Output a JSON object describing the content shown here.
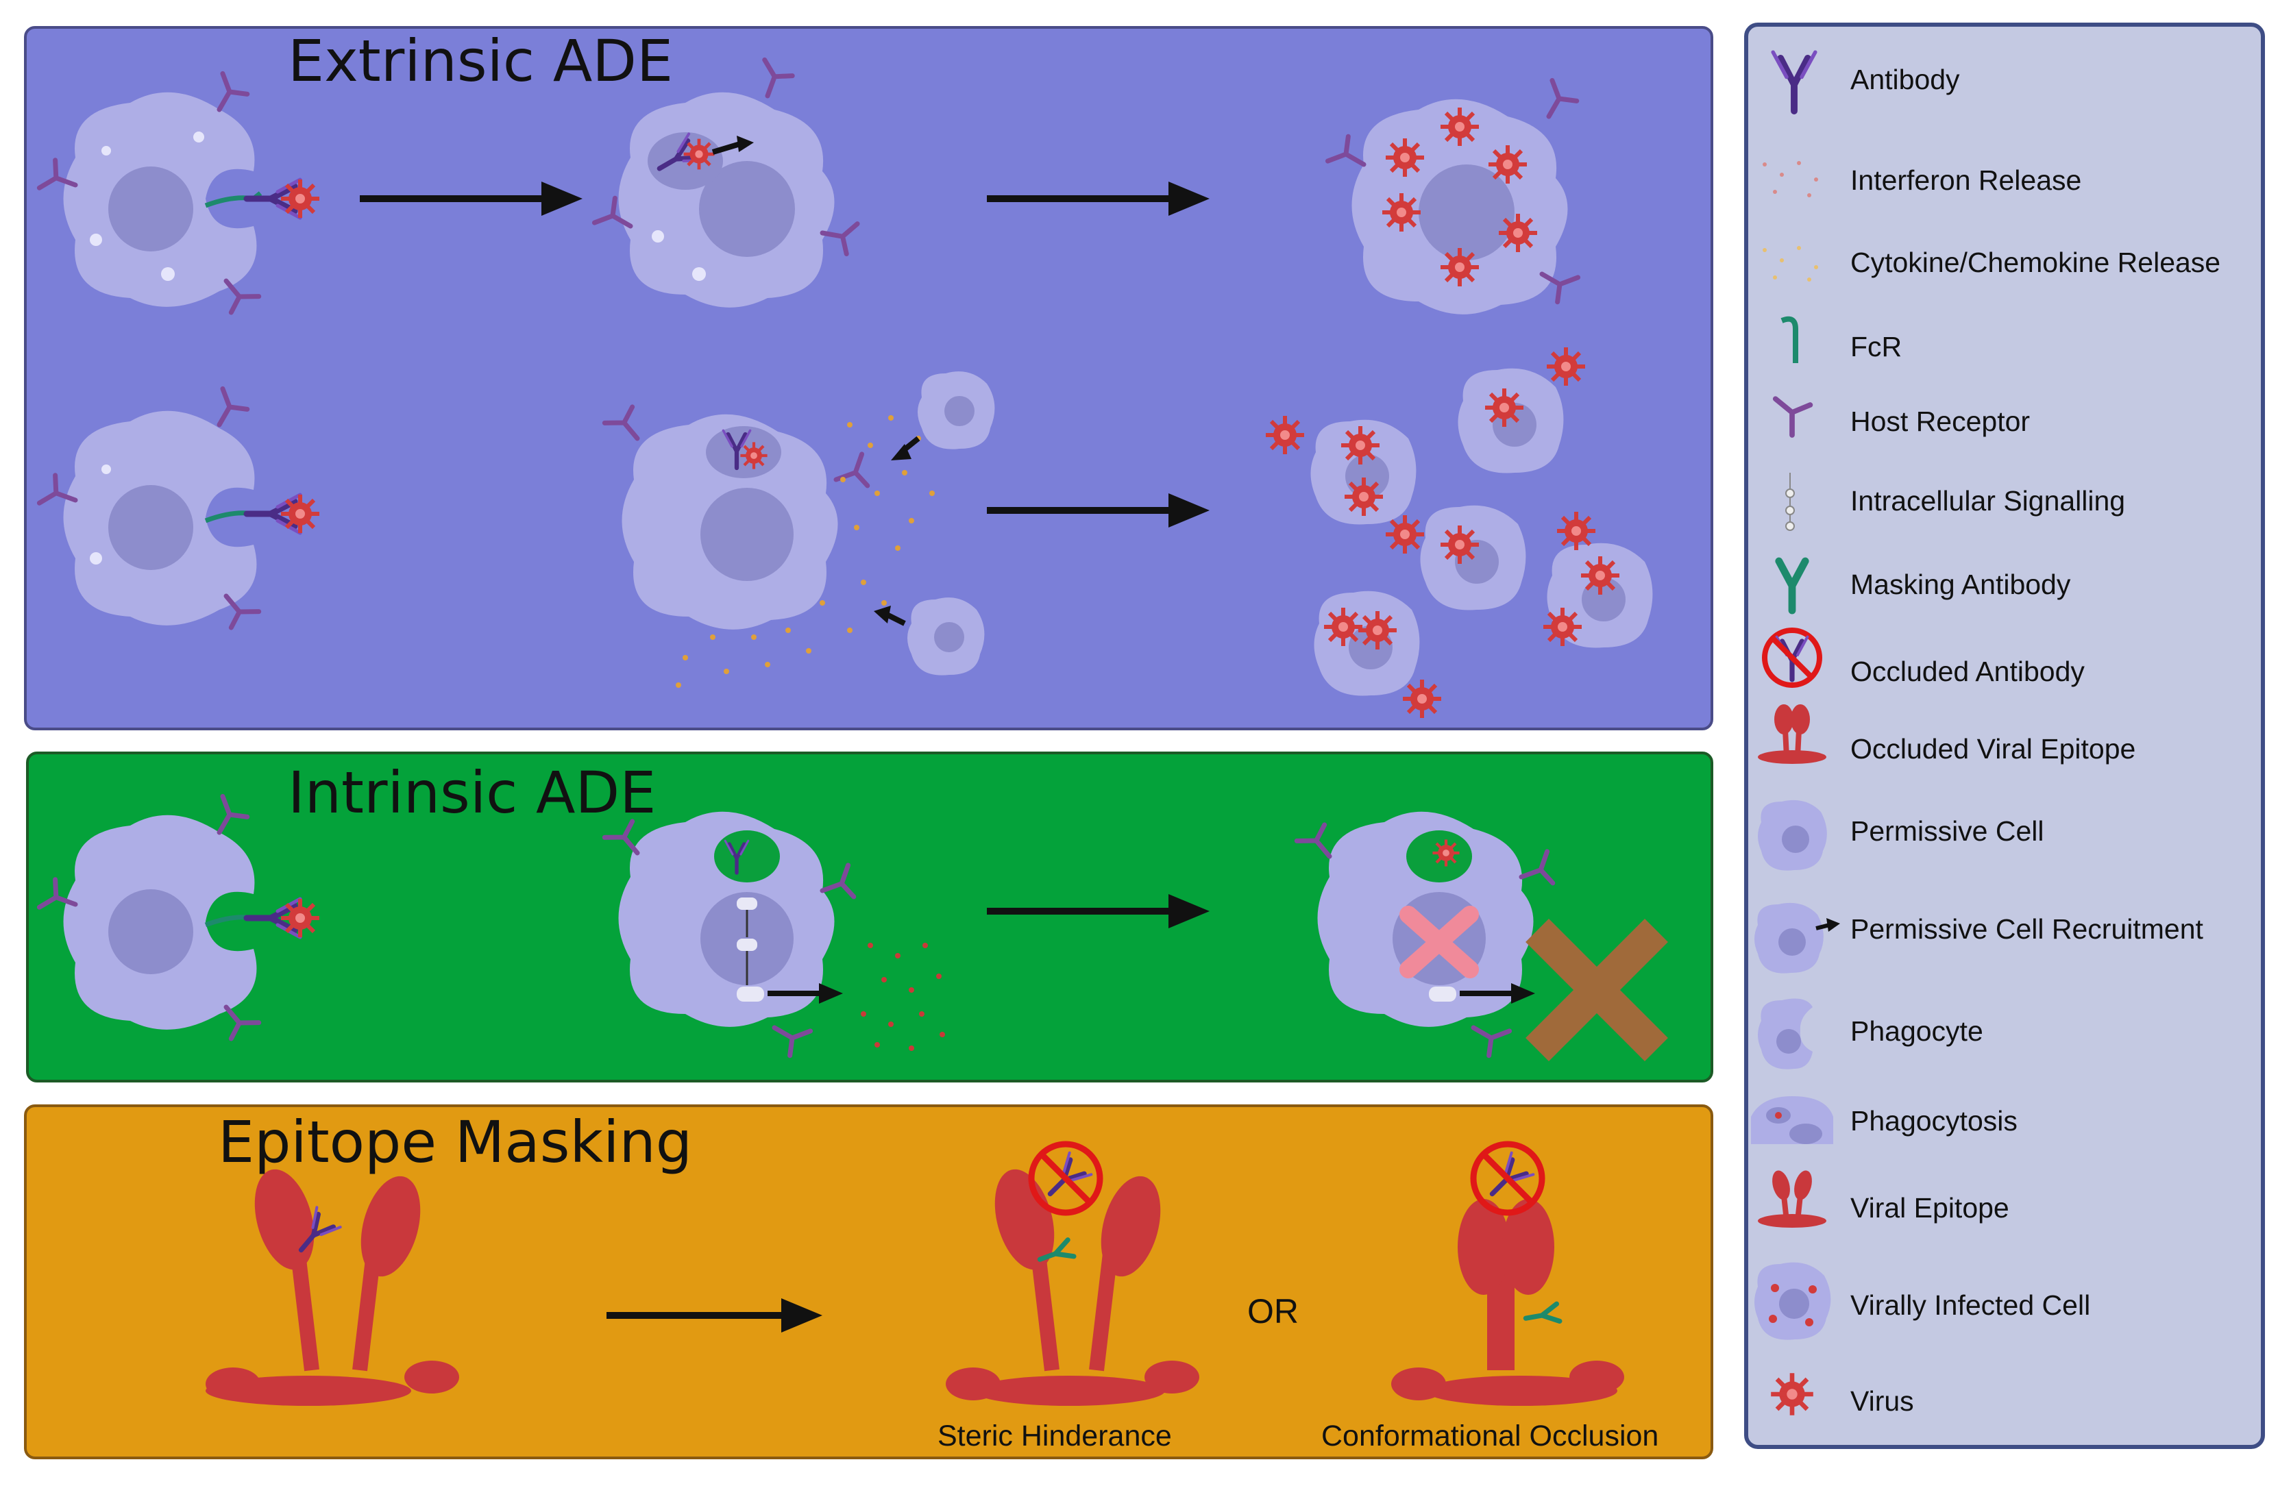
{
  "panels": {
    "extrinsic_title": "Extrinsic ADE",
    "intrinsic_title": "Intrinsic ADE",
    "masking_title": "Epitope Masking"
  },
  "masking": {
    "or_label": "OR",
    "steric_label": "Steric Hinderance",
    "conformational_label": "Conformational Occlusion"
  },
  "colors": {
    "extrinsic_bg": "#7b7fd8",
    "intrinsic_bg": "#04a23a",
    "masking_bg": "#e19a12",
    "cell": "#aeaee6",
    "nucleus": "#8d8dcc",
    "antibody": "#4a2c86",
    "masking_antibody": "#1d8a6c",
    "virus": "#d23b3b",
    "epitope": "#c9383c",
    "arrow": "#111111"
  },
  "legend": {
    "items": [
      {
        "label": "Antibody",
        "icon": "antibody-icon"
      },
      {
        "label": "Interferon Release",
        "icon": "interferon-dots-icon"
      },
      {
        "label": "Cytokine/Chemokine Release",
        "icon": "cytokine-dots-icon"
      },
      {
        "label": "FcR",
        "icon": "fcr-icon"
      },
      {
        "label": "Host Receptor",
        "icon": "host-receptor-icon"
      },
      {
        "label": "Intracellular Signalling",
        "icon": "signalling-icon"
      },
      {
        "label": "Masking Antibody",
        "icon": "masking-antibody-icon"
      },
      {
        "label": "Occluded Antibody",
        "icon": "occluded-antibody-icon"
      },
      {
        "label": "Occluded Viral Epitope",
        "icon": "occluded-epitope-icon"
      },
      {
        "label": "Permissive Cell",
        "icon": "permissive-cell-icon"
      },
      {
        "label": "Permissive Cell Recruitment",
        "icon": "recruitment-icon"
      },
      {
        "label": "Phagocyte",
        "icon": "phagocyte-icon"
      },
      {
        "label": "Phagocytosis",
        "icon": "phagocytosis-icon"
      },
      {
        "label": "Viral Epitope",
        "icon": "viral-epitope-icon"
      },
      {
        "label": "Virally Infected Cell",
        "icon": "infected-cell-icon"
      },
      {
        "label": "Virus",
        "icon": "virus-icon"
      }
    ]
  }
}
